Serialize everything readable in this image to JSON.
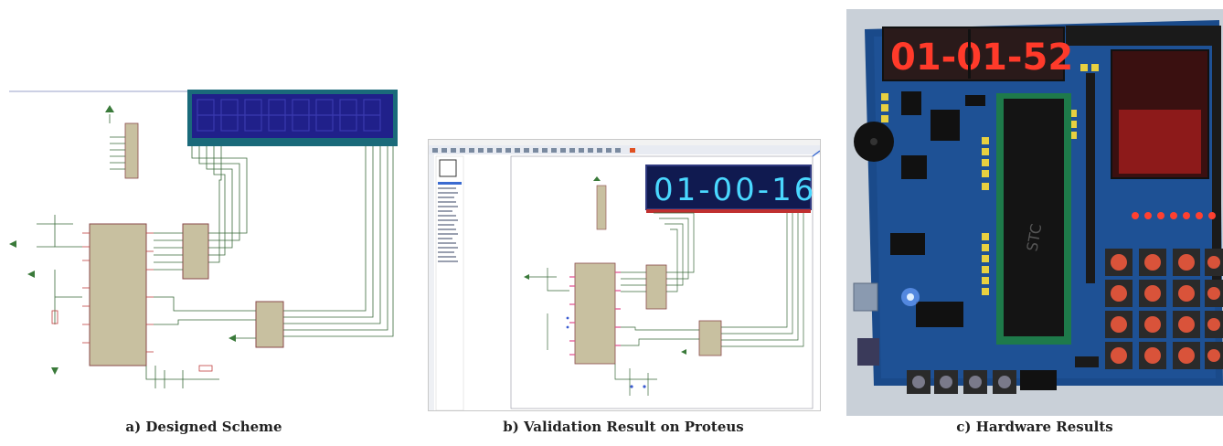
{
  "panels": {
    "a": {
      "caption": "a) Designed Scheme"
    },
    "b": {
      "caption": "b) Validation Result on Proteus",
      "display_text": "01-00-16"
    },
    "c": {
      "caption": "c) Hardware Results",
      "display_text": "01-01-52",
      "chip_label": "STC"
    }
  },
  "colors": {
    "schematic_chip": "#c8c0a0",
    "schematic_wire": "#3a6a3a",
    "lcd_blue": "#20208a",
    "lcd_frame": "#1a6a7a",
    "board_blue": "#1a4a8a",
    "led_red": "#ff3a2a",
    "button_red": "#d9533a"
  }
}
